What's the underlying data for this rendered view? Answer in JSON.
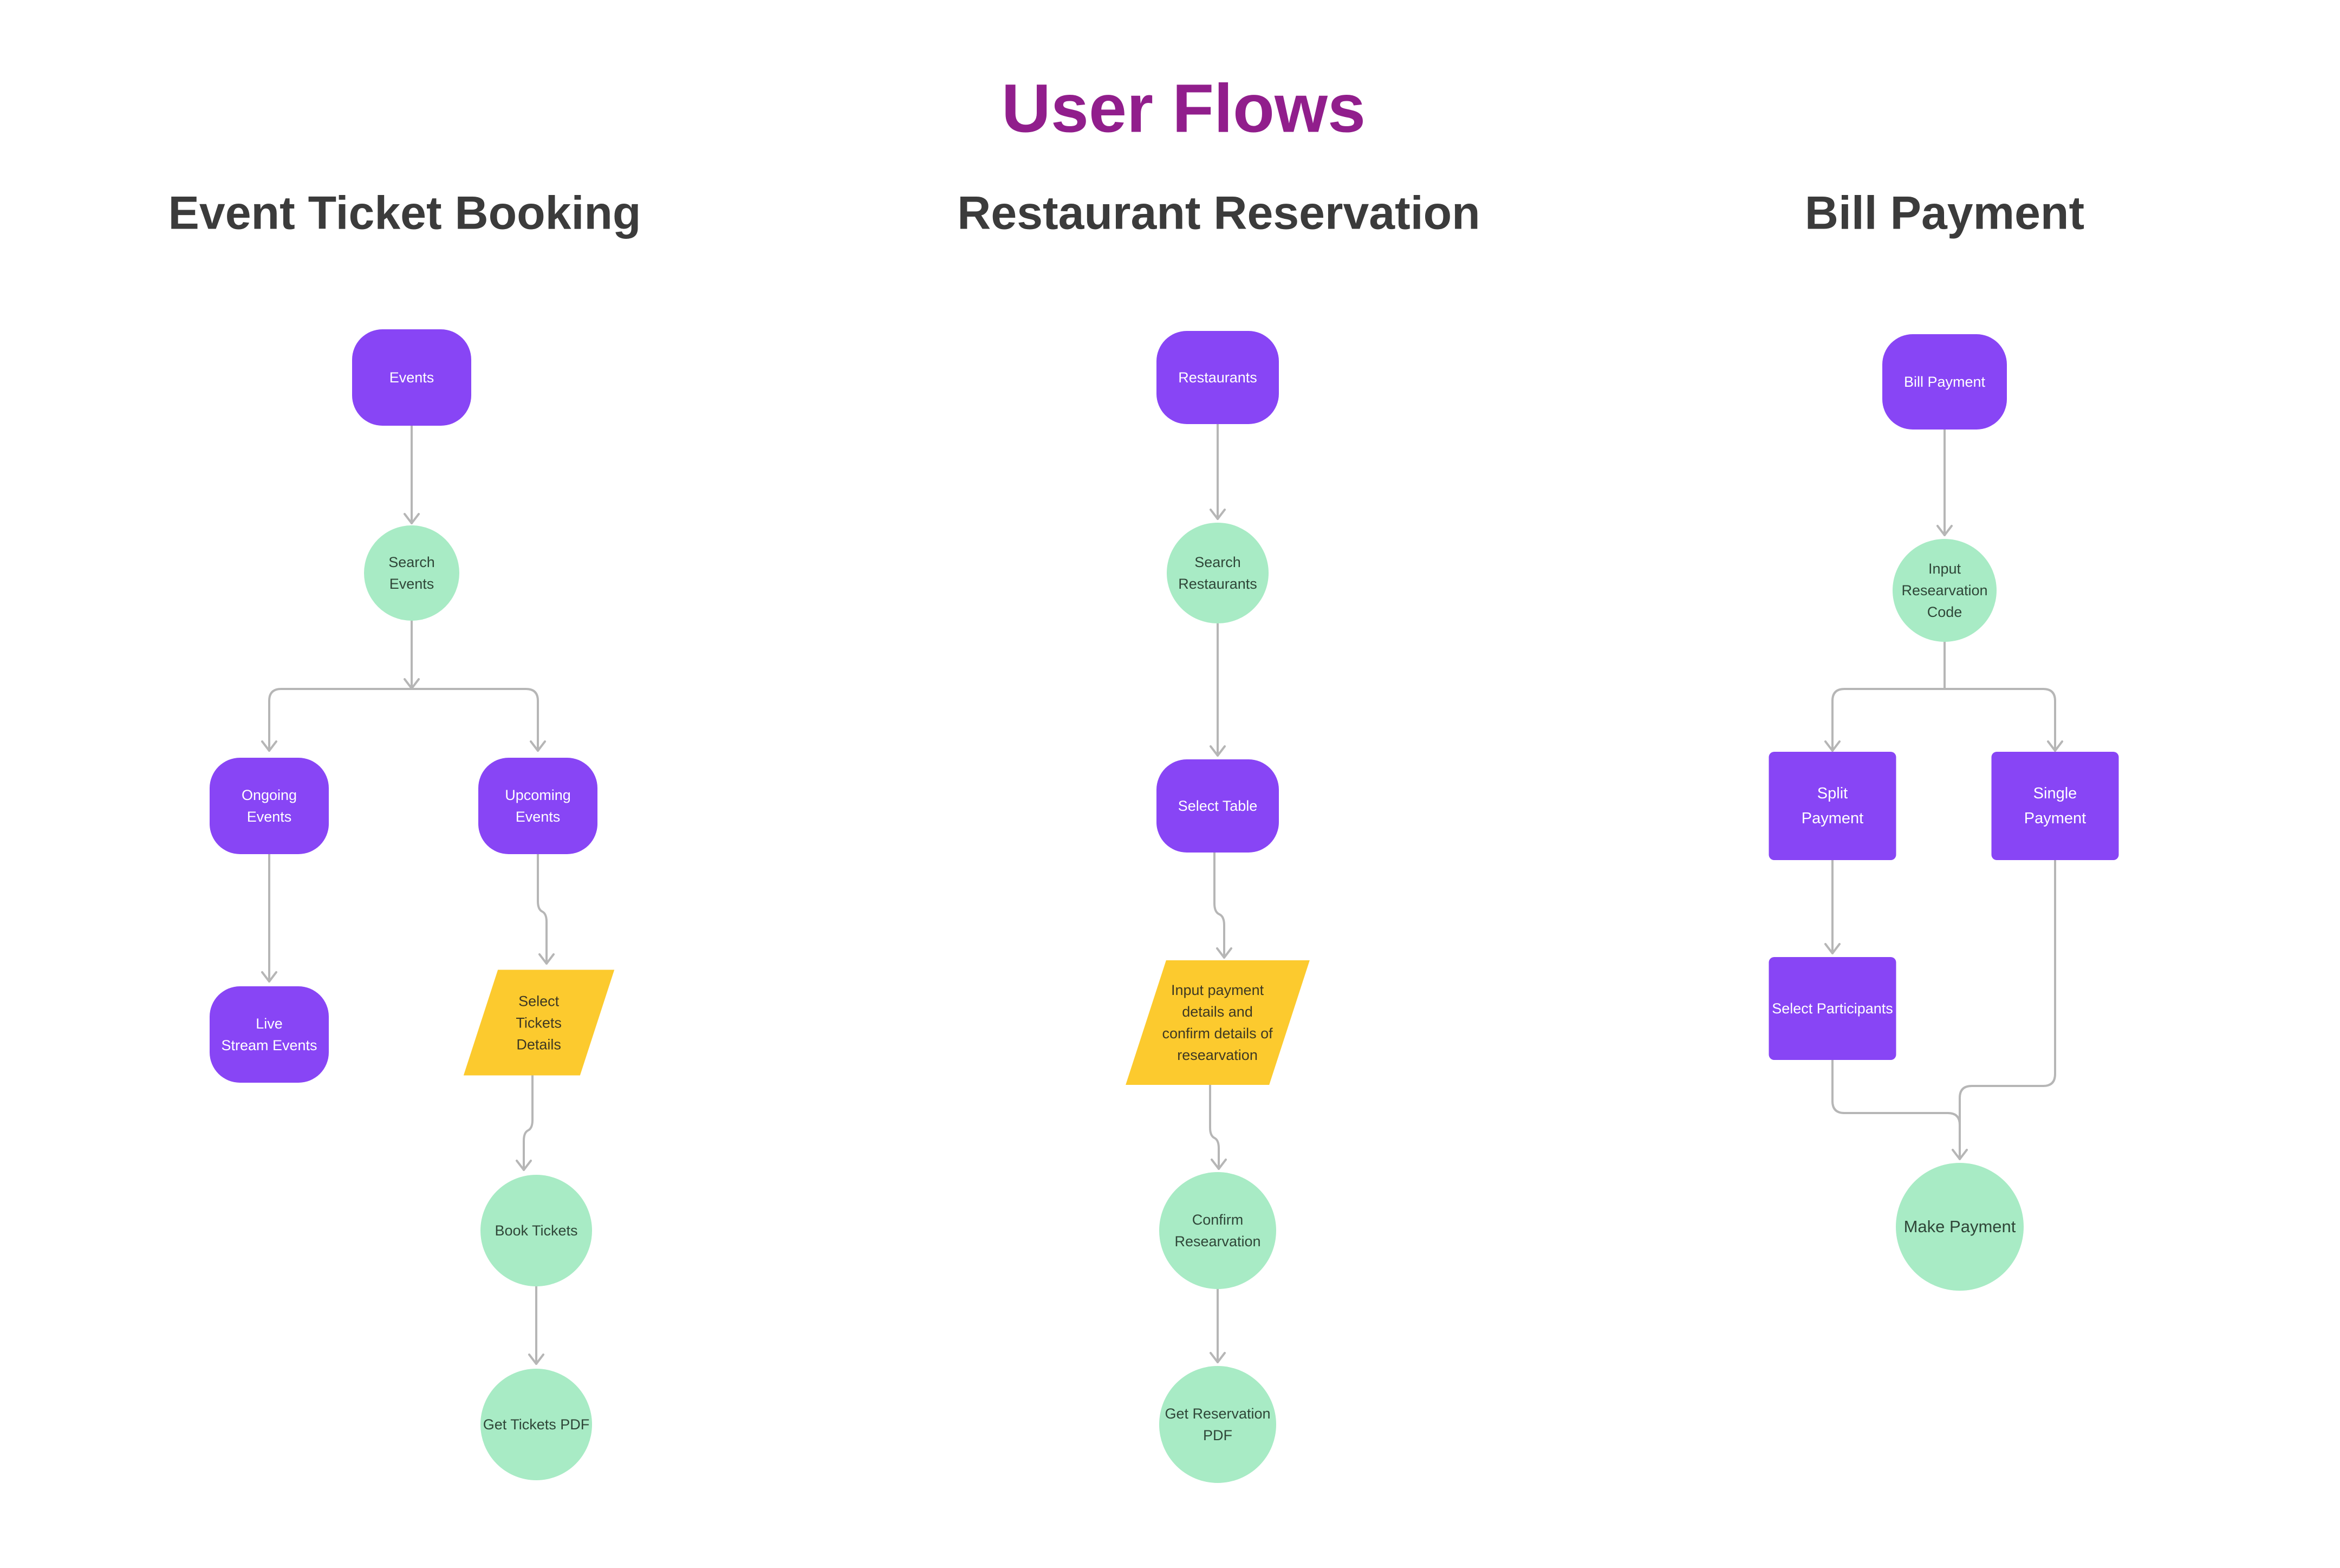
{
  "title": "User Flows",
  "colors": {
    "title": "#911e8c",
    "heading": "#3b3b3b",
    "node_purple": "#8845f5",
    "node_green": "#a8ebc5",
    "node_yellow": "#fcca2e",
    "green_node_text": "#2f4638",
    "yellow_node_text": "#3e3823",
    "connector": "#b6b6b6",
    "background": "#ffffff"
  },
  "flows": [
    {
      "heading": "Event Ticket Booking",
      "nodes": [
        {
          "id": "events",
          "label": "Events",
          "shape": "rounded-rect"
        },
        {
          "id": "search-events",
          "label": "Search\nEvents",
          "shape": "circle"
        },
        {
          "id": "ongoing-events",
          "label": "Ongoing\nEvents",
          "shape": "rounded-rect"
        },
        {
          "id": "upcoming-events",
          "label": "Upcoming\nEvents",
          "shape": "rounded-rect"
        },
        {
          "id": "live-stream-events",
          "label": "Live\nStream Events",
          "shape": "rounded-rect"
        },
        {
          "id": "select-tickets-details",
          "label": "Select\nTickets\nDetails",
          "shape": "parallelogram"
        },
        {
          "id": "book-tickets",
          "label": "Book Tickets",
          "shape": "circle"
        },
        {
          "id": "get-tickets-pdf",
          "label": "Get Tickets PDF",
          "shape": "circle"
        }
      ]
    },
    {
      "heading": "Restaurant Reservation",
      "nodes": [
        {
          "id": "restaurants",
          "label": "Restaurants",
          "shape": "rounded-rect"
        },
        {
          "id": "search-restaurants",
          "label": "Search\nRestaurants",
          "shape": "circle"
        },
        {
          "id": "select-table",
          "label": "Select Table",
          "shape": "rounded-rect"
        },
        {
          "id": "input-payment-details",
          "label": "Input payment\ndetails and\nconfirm details of\nresearvation",
          "shape": "parallelogram"
        },
        {
          "id": "confirm-reservation",
          "label": "Confirm\nResearvation",
          "shape": "circle"
        },
        {
          "id": "get-reservation-pdf",
          "label": "Get Reservation\nPDF",
          "shape": "circle"
        }
      ]
    },
    {
      "heading": "Bill Payment",
      "nodes": [
        {
          "id": "bill-payment",
          "label": "Bill Payment",
          "shape": "rounded-rect"
        },
        {
          "id": "input-reservation-code",
          "label": "Input\nResearvation\nCode",
          "shape": "circle"
        },
        {
          "id": "split-payment",
          "label": "Split\nPayment",
          "shape": "rect"
        },
        {
          "id": "single-payment",
          "label": "Single\nPayment",
          "shape": "rect"
        },
        {
          "id": "select-participants",
          "label": "Select Participants",
          "shape": "rect"
        },
        {
          "id": "make-payment",
          "label": "Make Payment",
          "shape": "circle"
        }
      ]
    }
  ]
}
